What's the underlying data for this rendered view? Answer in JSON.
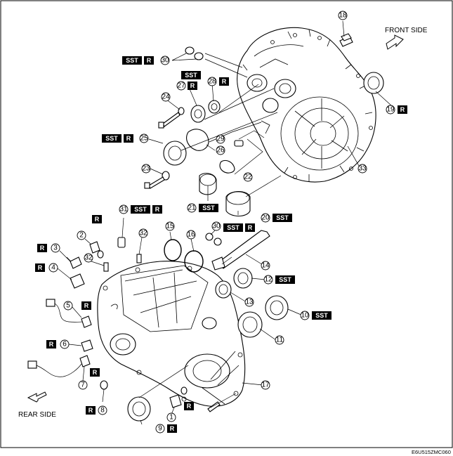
{
  "labels": {
    "front_side": "FRONT SIDE",
    "rear_side": "REAR SIDE",
    "figure_code": "E6U515ZMC060"
  },
  "badges": {
    "sst": "SST",
    "r": "R"
  },
  "callouts": [
    {
      "id": "c1",
      "number": "1"
    },
    {
      "id": "c2",
      "number": "2"
    },
    {
      "id": "c3",
      "number": "3"
    },
    {
      "id": "c4",
      "number": "4"
    },
    {
      "id": "c5",
      "number": "5"
    },
    {
      "id": "c6",
      "number": "6"
    },
    {
      "id": "c7",
      "number": "7"
    },
    {
      "id": "c8",
      "number": "8"
    },
    {
      "id": "c9",
      "number": "9"
    },
    {
      "id": "c10",
      "number": "10"
    },
    {
      "id": "c11",
      "number": "11"
    },
    {
      "id": "c12",
      "number": "12"
    },
    {
      "id": "c13",
      "number": "13"
    },
    {
      "id": "c14",
      "number": "14"
    },
    {
      "id": "c15",
      "number": "15"
    },
    {
      "id": "c16",
      "number": "16"
    },
    {
      "id": "c17",
      "number": "17"
    },
    {
      "id": "c18",
      "number": "18"
    },
    {
      "id": "c19",
      "number": "19"
    },
    {
      "id": "c20",
      "number": "20"
    },
    {
      "id": "c21",
      "number": "21"
    },
    {
      "id": "c22",
      "number": "22"
    },
    {
      "id": "c23",
      "number": "23"
    },
    {
      "id": "c24",
      "number": "24"
    },
    {
      "id": "c25",
      "number": "25"
    },
    {
      "id": "c26",
      "number": "26"
    },
    {
      "id": "c27",
      "number": "27"
    },
    {
      "id": "c28",
      "number": "28"
    },
    {
      "id": "c29",
      "number": "29"
    },
    {
      "id": "c30a",
      "number": "30"
    },
    {
      "id": "c30b",
      "number": "30"
    },
    {
      "id": "c31",
      "number": "31"
    },
    {
      "id": "c32a",
      "number": "32"
    },
    {
      "id": "c32b",
      "number": "32"
    },
    {
      "id": "c33",
      "number": "33"
    }
  ]
}
